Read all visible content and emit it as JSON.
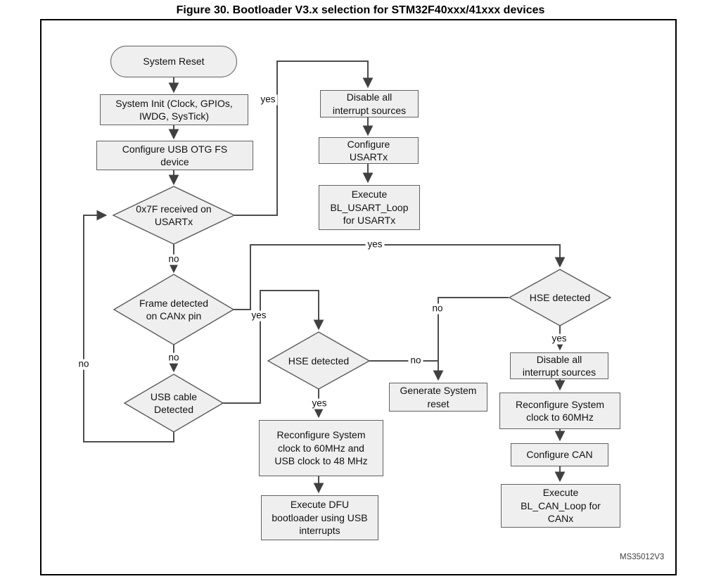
{
  "figure": {
    "title": "Figure 30. Bootloader V3.x selection for STM32F40xxx/41xxx devices",
    "watermark": "MS35012V3"
  },
  "colors": {
    "line": "#4d4d4d",
    "node_fill": "#efefef",
    "node_border": "#616161",
    "frame_border": "#000000"
  },
  "nodes": {
    "system_reset": "System Reset",
    "system_init": "System Init (Clock, GPIOs,\nIWDG, SysTick)",
    "configure_usb_otg": "Configure USB OTG FS\ndevice",
    "usart_check": "0x7F received on\nUSARTx",
    "disable_interrupts_usart": "Disable all\ninterrupt sources",
    "configure_usart": "Configure\nUSARTx",
    "execute_usart_loop": "Execute\nBL_USART_Loop\nfor USARTx",
    "frame_check": "Frame detected\non CANx pin",
    "usb_cable_check": "USB cable\nDetected",
    "hse_check_usb": "HSE detected",
    "generate_reset": "Generate System\nreset",
    "reconfigure_clock_usb": "Reconfigure System\nclock to 60MHz and\nUSB clock to 48 MHz",
    "execute_dfu": "Execute DFU\nbootloader using USB\ninterrupts",
    "hse_check_can": "HSE detected",
    "disable_interrupts_can": "Disable all\ninterrupt sources",
    "reconfigure_clock_can": "Reconfigure System\nclock to 60MHz",
    "configure_can": "Configure CAN",
    "execute_can_loop": "Execute\nBL_CAN_Loop for\nCANx"
  },
  "edge_labels": {
    "usart_yes": "yes",
    "usart_no": "no",
    "frame_yes": "yes",
    "frame_no": "no",
    "usb_yes": "yes",
    "usb_no": "no",
    "hse_usb_yes": "yes",
    "hse_usb_no": "no",
    "hse_can_yes": "yes",
    "hse_can_no": "no"
  }
}
